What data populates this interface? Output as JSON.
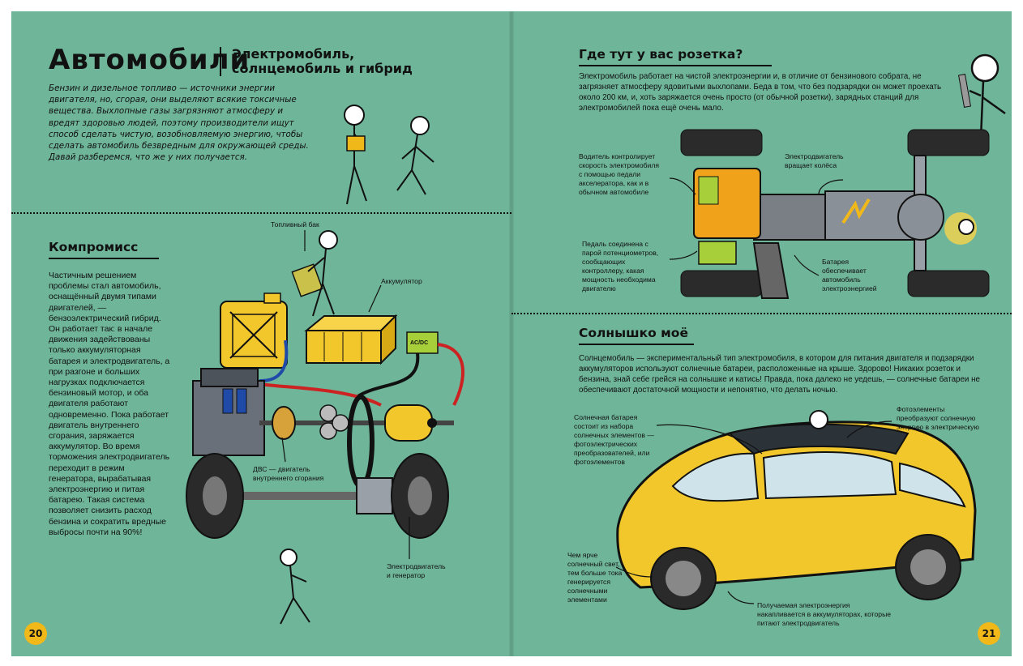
{
  "left_page": {
    "title": "Автомобили",
    "subtitle_line1": "Электромобиль,",
    "subtitle_line2": "солнцемобиль и гибрид",
    "intro": "Бензин и дизельное топливо — источники энергии двигателя, но, сгорая, они выделяют всякие токсичные вещества. Выхлопные газы загрязняют атмосферу и вредят здоровью людей, поэтому производители ищут способ сделать чистую, возобновляемую энергию, чтобы сделать автомобиль безвредным для окружающей среды. Давай разберемся, что же у них получается.",
    "section_title": "Компромисс",
    "body": "Частичным решением проблемы стал автомобиль, оснащённый двумя типами двигателей, — бензоэлектрический гибрид. Он работает так: в начале движения задействованы только аккумуляторная батарея и электродвигатель, а при разгоне и больших нагрузках подключается бензиновый мотор, и оба двигателя работают одновременно. Пока работает двигатель внутреннего сгорания, заряжается аккумулятор. Во время торможения электродвигатель переходит в режим генератора, вырабатывая электроэнергию и питая батарею. Такая система позволяет снизить расход бензина и сократить вредные выбросы почти на 90%!",
    "labels": {
      "fuel_tank": "Топливный бак",
      "battery": "Аккумулятор",
      "converter": "AC/DC",
      "ice_line1": "ДВС — двигатель",
      "ice_line2": "внутреннего сгорания",
      "motor_line1": "Электродвигатель",
      "motor_line2": "и генератор"
    },
    "page_number": "20"
  },
  "right_page": {
    "section1_title": "Где тут у вас розетка?",
    "section1_body": "Электромобиль работает на чистой электроэнергии и, в отличие от бензинового собрата, не загрязняет атмосферу ядовитыми выхлопами. Беда в том, что без подзарядки он может проехать около 200 км, и, хоть заряжается очень просто (от обычной розетки), зарядных станций для электромобилей пока ещё очень мало.",
    "labels1": {
      "driver": "Водитель контролирует скорость электромобиля с помощью педали акселератора, как и в обычном автомобиле",
      "motor": "Электродвигатель вращает колёса",
      "pedal": "Педаль соединена с парой потенциометров, сообщающих контроллеру, какая мощность необходима двигателю",
      "battery": "Батарея обеспечивает автомобиль электроэнергией"
    },
    "section2_title": "Солнышко моё",
    "section2_body": "Солнцемобиль — экспериментальный тип электромобиля, в котором для питания двигателя и подзарядки аккумуляторов используют солнечные батареи, расположенные на крыше. Здорово! Никаких розеток и бензина, знай себе грейся на солнышке и катись! Правда, пока далеко не уедешь, — солнечные батареи не обеспечивают достаточной мощности и непонятно, что делать ночью.",
    "labels2": {
      "solar": "Солнечная батарея состоит из набора солнечных элементов — фотоэлектрических преобразователей, или фотоэлементов",
      "photo": "Фотоэлементы преобразуют солнечную энергию в электрическую",
      "brighter": "Чем ярче солнечный свет, тем больше тока генерируется солнечными элементами",
      "stored": "Получаемая электроэнергия накапливается в аккумуляторах, которые питают электродвигатель"
    },
    "page_number": "21"
  },
  "colors": {
    "page_bg": "#6fb59a",
    "accent_yellow": "#f0b819",
    "ink": "#111111"
  }
}
